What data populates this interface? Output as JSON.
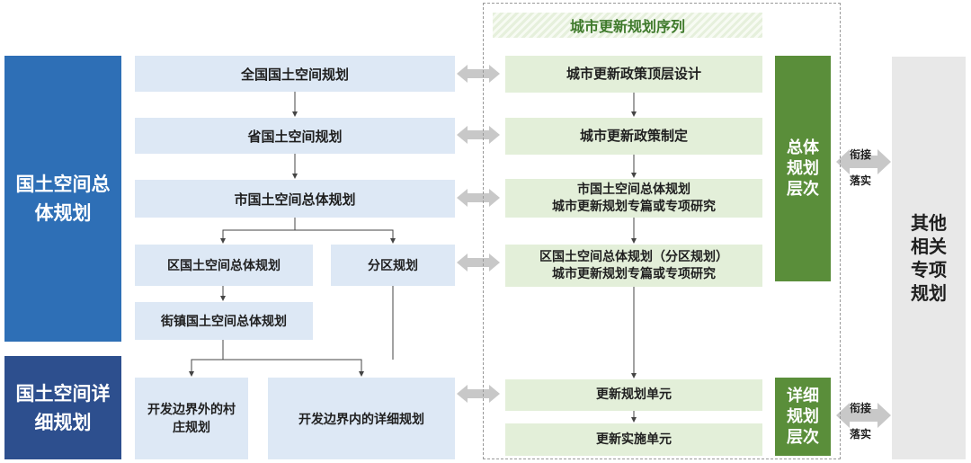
{
  "series_title": "城市更新规划序列",
  "left_labels": {
    "overall": "国土空间总体规划",
    "detailed": "国土空间详细规划"
  },
  "blue_boxes": {
    "national": "全国国土空间规划",
    "provincial": "省国土空间规划",
    "city": "市国土空间总体规划",
    "district": "区国土空间总体规划",
    "subzone": "分区规划",
    "township": "街镇国土空间总体规划",
    "village": "开发边界外的村庄规划",
    "inner_detail": "开发边界内的详细规划"
  },
  "green_boxes": {
    "top_design": "城市更新政策顶层设计",
    "policy": "城市更新政策制定",
    "city_line1": "市国土空间总体规划",
    "city_line2": "城市更新规划专篇或专项研究",
    "district_line1": "区国土空间总体规划（分区规划）",
    "district_line2": "城市更新规划专篇或专项研究",
    "unit": "更新规划单元",
    "impl": "更新实施单元"
  },
  "levels": {
    "overall": "总体规划层次",
    "detailed": "详细规划层次"
  },
  "connect": {
    "upper_top": "衔接",
    "upper_bottom": "落实",
    "lower_top": "衔接",
    "lower_bottom": "落实"
  },
  "other_plan": "其他相关专项规划",
  "colors": {
    "blue_dark": "#2e6fb6",
    "blue_navy": "#2d4f8e",
    "blue_light": "#dde8f5",
    "green_dark": "#5a8e3a",
    "green_light": "#e3efd9",
    "gray": "#e8e8e8"
  }
}
